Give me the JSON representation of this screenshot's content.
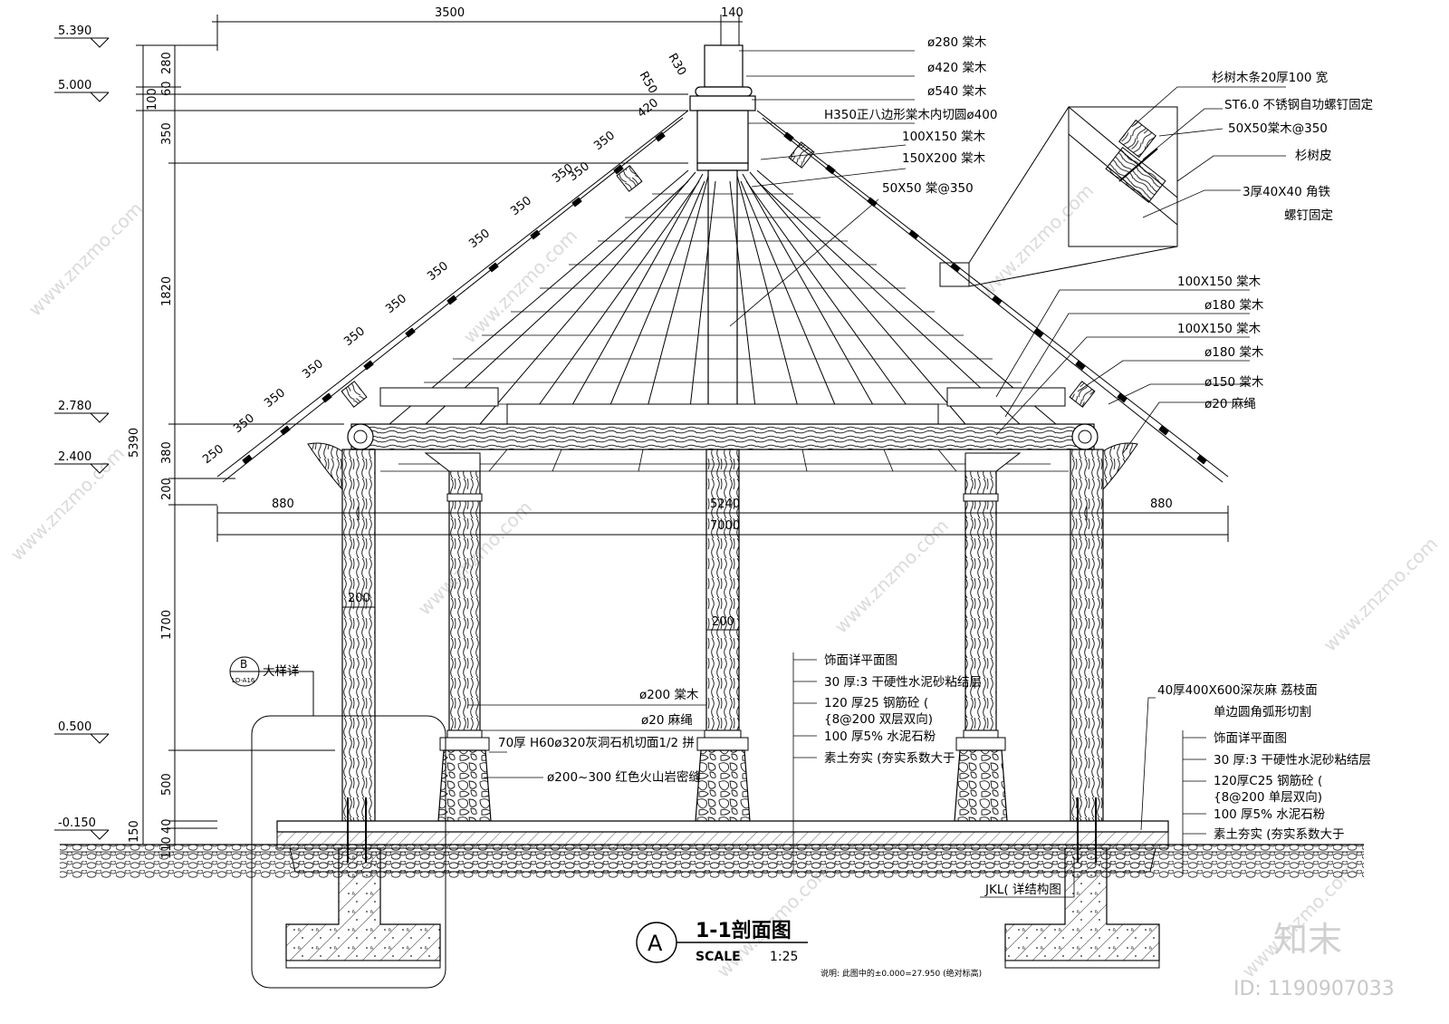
{
  "drawing": {
    "title": "1-1剖面图",
    "callout_letter": "A",
    "scale_label": "SCALE",
    "scale_value": "1:25",
    "note": "说明: 此图中的±0.000=27.950 (绝对标高)",
    "detail_ref_text": "大样详",
    "detail_ref_top": "B",
    "detail_ref_bottom": "LD-A16",
    "brand": "知末",
    "id_text": "ID: 1190907033",
    "watermark": "www.znzmo.com"
  },
  "elevations": [
    "5.390",
    "5.000",
    "2.780",
    "2.400",
    "0.500",
    "-0.150"
  ],
  "dims_top": [
    "3500",
    "140"
  ],
  "dims_vertical": [
    "280",
    "60",
    "100",
    "350",
    "1820",
    "5390",
    "380",
    "200",
    "1700",
    "500",
    "40",
    "150",
    "110"
  ],
  "dims_angled": [
    "R50",
    "R30",
    "420",
    "350",
    "350",
    "350",
    "350",
    "350",
    "350",
    "350",
    "350",
    "350",
    "350",
    "350",
    "250"
  ],
  "dims_horizontal": [
    "880",
    "5240",
    "7000",
    "880",
    "200",
    "200"
  ],
  "labels_right_top": [
    "ø280 棠木",
    "ø420 棠木",
    "ø540 棠木",
    "H350正八边形棠木内切圆ø400",
    "100X150  棠木",
    "150X200  棠木",
    "50X50  棠@350"
  ],
  "labels_detail": [
    "杉树木条20厚100 宽",
    "ST6.0 不锈钢自功螺钉固定",
    "50X50棠木@350",
    "杉树皮",
    "3厚40X40 角铁",
    "螺钉固定"
  ],
  "labels_right_mid": [
    "100X150  棠木",
    "ø180 棠木",
    "100X150  棠木",
    "ø180 棠木",
    "ø150 棠木",
    "ø20 麻绳"
  ],
  "labels_center": [
    "ø200 棠木",
    "ø20 麻绳",
    "70厚 H60ø320灰洞石机切面1/2 拼",
    "ø200~300 红色火山岩密缝"
  ],
  "labels_floor_mid": [
    "饰面详平面图",
    "30 厚:3 干硬性水泥砂粘结层",
    "120 厚25 钢筋砼 (",
    "{8@200  双层双向)",
    "100 厚5% 水泥石粉",
    "素土夯实 (夯实系数大于"
  ],
  "labels_floor_right": [
    "40厚400X600深灰麻 荔枝面",
    "单边圆角弧形切割",
    "饰面详平面图",
    "30 厚:3 干硬性水泥砂粘结层",
    "120厚C25 钢筋砼 (",
    "{8@200  单层双向)",
    "100 厚5% 水泥石粉",
    "素土夯实 (夯实系数大于"
  ],
  "label_jkl": "JKL( 详结构图"
}
